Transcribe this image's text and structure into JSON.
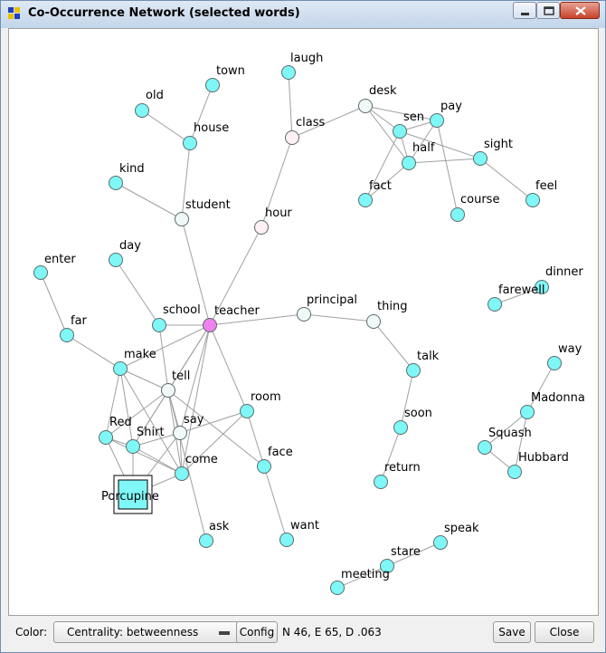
{
  "window": {
    "title": "Co-Occurrence Network (selected words)",
    "colors": {
      "node": "#7ff7f7",
      "node_hub": "#ee82ee",
      "node_light": "#f0f8f8",
      "node_pale_pink": "#fff0f5",
      "edge": "#a0a0a0"
    }
  },
  "toolbar": {
    "color_label": "Color:",
    "color_select_value": "Centrality: betweenness",
    "config_label": "Config",
    "stats": "N 46, E 65, D .063",
    "save_label": "Save",
    "close_label": "Close"
  },
  "network": {
    "nodes": [
      {
        "id": "laugh",
        "label": "laugh",
        "style": "normal"
      },
      {
        "id": "town",
        "label": "town",
        "style": "normal"
      },
      {
        "id": "old",
        "label": "old",
        "style": "normal"
      },
      {
        "id": "house",
        "label": "house",
        "style": "normal"
      },
      {
        "id": "class",
        "label": "class",
        "style": "pale_pink"
      },
      {
        "id": "desk",
        "label": "desk",
        "style": "light"
      },
      {
        "id": "sen",
        "label": "sen",
        "style": "normal"
      },
      {
        "id": "pay",
        "label": "pay",
        "style": "normal"
      },
      {
        "id": "half",
        "label": "half",
        "style": "normal"
      },
      {
        "id": "sight",
        "label": "sight",
        "style": "normal"
      },
      {
        "id": "kind",
        "label": "kind",
        "style": "normal"
      },
      {
        "id": "fact",
        "label": "fact",
        "style": "normal"
      },
      {
        "id": "course",
        "label": "course",
        "style": "normal"
      },
      {
        "id": "feel",
        "label": "feel",
        "style": "normal"
      },
      {
        "id": "student",
        "label": "student",
        "style": "light"
      },
      {
        "id": "hour",
        "label": "hour",
        "style": "pale_pink"
      },
      {
        "id": "day",
        "label": "day",
        "style": "normal"
      },
      {
        "id": "enter",
        "label": "enter",
        "style": "normal"
      },
      {
        "id": "dinner",
        "label": "dinner",
        "style": "normal"
      },
      {
        "id": "farewell",
        "label": "farewell",
        "style": "normal"
      },
      {
        "id": "school",
        "label": "school",
        "style": "normal"
      },
      {
        "id": "teacher",
        "label": "teacher",
        "style": "hub"
      },
      {
        "id": "principal",
        "label": "principal",
        "style": "light"
      },
      {
        "id": "thing",
        "label": "thing",
        "style": "light"
      },
      {
        "id": "far",
        "label": "far",
        "style": "normal"
      },
      {
        "id": "make",
        "label": "make",
        "style": "normal"
      },
      {
        "id": "talk",
        "label": "talk",
        "style": "normal"
      },
      {
        "id": "way",
        "label": "way",
        "style": "normal"
      },
      {
        "id": "tell",
        "label": "tell",
        "style": "light"
      },
      {
        "id": "room",
        "label": "room",
        "style": "normal"
      },
      {
        "id": "madonna",
        "label": "Madonna",
        "style": "normal"
      },
      {
        "id": "red",
        "label": "Red",
        "style": "normal"
      },
      {
        "id": "shirt",
        "label": "Shirt",
        "style": "normal"
      },
      {
        "id": "say",
        "label": "say",
        "style": "light"
      },
      {
        "id": "soon",
        "label": "soon",
        "style": "normal"
      },
      {
        "id": "squash",
        "label": "Squash",
        "style": "normal"
      },
      {
        "id": "hubbard",
        "label": "Hubbard",
        "style": "normal"
      },
      {
        "id": "face",
        "label": "face",
        "style": "normal"
      },
      {
        "id": "come",
        "label": "come",
        "style": "normal"
      },
      {
        "id": "return",
        "label": "return",
        "style": "normal"
      },
      {
        "id": "porcupine",
        "label": "Porcupine",
        "style": "selected"
      },
      {
        "id": "ask",
        "label": "ask",
        "style": "normal"
      },
      {
        "id": "want",
        "label": "want",
        "style": "normal"
      },
      {
        "id": "speak",
        "label": "speak",
        "style": "normal"
      },
      {
        "id": "stare",
        "label": "stare",
        "style": "normal"
      },
      {
        "id": "meeting",
        "label": "meeting",
        "style": "normal"
      }
    ],
    "edges": [
      [
        "laugh",
        "class"
      ],
      [
        "class",
        "hour"
      ],
      [
        "class",
        "desk"
      ],
      [
        "desk",
        "sen"
      ],
      [
        "desk",
        "pay"
      ],
      [
        "sen",
        "pay"
      ],
      [
        "sen",
        "half"
      ],
      [
        "sen",
        "fact"
      ],
      [
        "sen",
        "sight"
      ],
      [
        "desk",
        "half"
      ],
      [
        "half",
        "pay"
      ],
      [
        "half",
        "sight"
      ],
      [
        "half",
        "fact"
      ],
      [
        "pay",
        "course"
      ],
      [
        "sight",
        "feel"
      ],
      [
        "town",
        "house"
      ],
      [
        "old",
        "house"
      ],
      [
        "house",
        "student"
      ],
      [
        "kind",
        "student"
      ],
      [
        "student",
        "teacher"
      ],
      [
        "hour",
        "teacher"
      ],
      [
        "day",
        "school"
      ],
      [
        "enter",
        "far"
      ],
      [
        "far",
        "make"
      ],
      [
        "school",
        "teacher"
      ],
      [
        "school",
        "tell"
      ],
      [
        "teacher",
        "principal"
      ],
      [
        "principal",
        "thing"
      ],
      [
        "thing",
        "talk"
      ],
      [
        "talk",
        "soon"
      ],
      [
        "soon",
        "return"
      ],
      [
        "teacher",
        "make"
      ],
      [
        "teacher",
        "tell"
      ],
      [
        "teacher",
        "room"
      ],
      [
        "teacher",
        "say"
      ],
      [
        "teacher",
        "shirt"
      ],
      [
        "teacher",
        "come"
      ],
      [
        "make",
        "tell"
      ],
      [
        "make",
        "red"
      ],
      [
        "make",
        "shirt"
      ],
      [
        "make",
        "come"
      ],
      [
        "tell",
        "say"
      ],
      [
        "tell",
        "red"
      ],
      [
        "tell",
        "shirt"
      ],
      [
        "tell",
        "come"
      ],
      [
        "tell",
        "face"
      ],
      [
        "tell",
        "ask"
      ],
      [
        "room",
        "say"
      ],
      [
        "room",
        "come"
      ],
      [
        "room",
        "face"
      ],
      [
        "say",
        "shirt"
      ],
      [
        "say",
        "come"
      ],
      [
        "say",
        "porcupine"
      ],
      [
        "red",
        "shirt"
      ],
      [
        "red",
        "porcupine"
      ],
      [
        "red",
        "come"
      ],
      [
        "shirt",
        "porcupine"
      ],
      [
        "shirt",
        "come"
      ],
      [
        "come",
        "porcupine"
      ],
      [
        "face",
        "want"
      ],
      [
        "farewell",
        "dinner"
      ],
      [
        "way",
        "madonna"
      ],
      [
        "madonna",
        "squash"
      ],
      [
        "madonna",
        "hubbard"
      ],
      [
        "squash",
        "hubbard"
      ],
      [
        "speak",
        "stare"
      ],
      [
        "stare",
        "meeting"
      ]
    ]
  }
}
